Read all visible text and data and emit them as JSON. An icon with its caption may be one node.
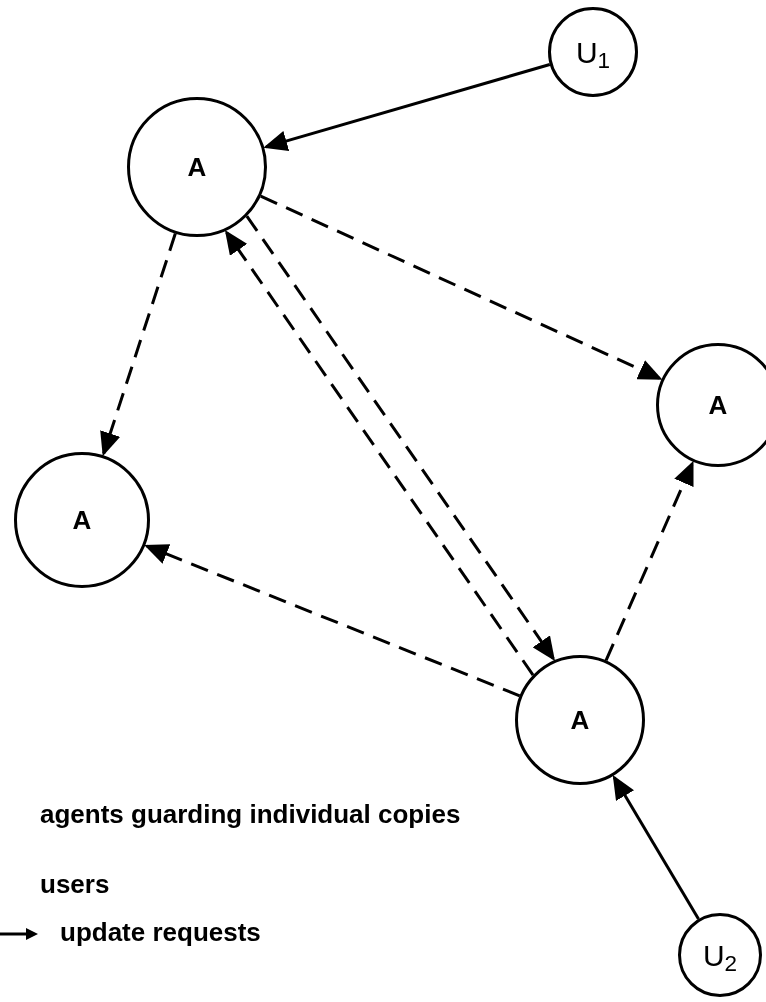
{
  "diagram": {
    "nodes": [
      {
        "text": [
          "U$_{1}$"
        ]
      },
      {
        "text": [
          "A"
        ]
      },
      {
        "text": [
          "A"
        ]
      },
      {
        "text": [
          "A"
        ]
      },
      {
        "text": [
          "A"
        ]
      },
      {
        "text": [
          "U$_{2}$"
        ]
      }
    ],
    "edges": [
      {
        "from": 0,
        "to": 1,
        "arrow": "to"
      },
      {
        "from": 1,
        "to": 2,
        "arrow": "to",
        "style": "dashed"
      },
      {
        "from": 1,
        "to": 3,
        "arrow": "to",
        "style": "dashed"
      },
      {
        "from": 1,
        "to": 4,
        "arrow": "to",
        "style": "dashed"
      },
      {
        "from": 4,
        "to": 1,
        "arrow": "to",
        "style": "dashed"
      },
      {
        "from": 4,
        "to": 3,
        "arrow": "to",
        "style": "dashed"
      },
      {
        "from": 4,
        "to": 2,
        "arrow": "to",
        "style": "dashed"
      },
      {
        "from": 5,
        "to": 4,
        "arrow": "to"
      }
    ],
    "legend": [
      {
        "text": "agents guarding individual copies"
      },
      {
        "text": "users"
      },
      {
        "text": "update requests"
      }
    ]
  }
}
